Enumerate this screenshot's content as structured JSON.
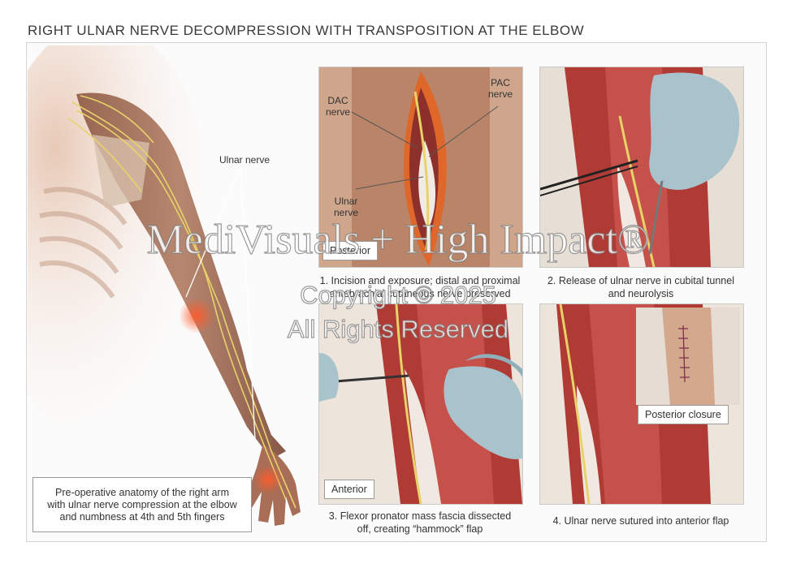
{
  "title": "RIGHT ULNAR NERVE DECOMPRESSION WITH TRANSPOSITION AT THE ELBOW",
  "main_panel": {
    "nerve_label": "Ulnar nerve",
    "caption_lines": [
      "Pre-operative anatomy of the right arm",
      "with ulnar nerve compression at the elbow",
      "and numbness at 4th and 5th fingers"
    ]
  },
  "panels": [
    {
      "labels": {
        "dac": "DAC\nnerve",
        "pac": "PAC\nnerve",
        "ulnar": "Ulnar\nnerve"
      },
      "tag": "Posterior",
      "caption_lines": [
        "1. Incision and exposure; distal and proximal",
        "antebrachial cutaneous nerve preserved"
      ]
    },
    {
      "caption_lines": [
        "2. Release of ulnar nerve in cubital tunnel",
        "and neurolysis"
      ]
    },
    {
      "tag": "Anterior",
      "caption_lines": [
        "3. Flexor pronator mass fascia dissected",
        "off, creating “hammock” flap"
      ]
    },
    {
      "tag": "Posterior closure",
      "caption_lines": [
        "4. Ulnar nerve sutured into anterior flap"
      ]
    }
  ],
  "watermark": {
    "brand": "MediVisuals + High Impact®",
    "copyright": "Copyright © 2025",
    "rights": "All Rights Reserved"
  },
  "colors": {
    "muscle": "#b83a36",
    "skin": "#d9b09a",
    "nerve": "#e8d36a",
    "glove": "#a9c3cc"
  }
}
